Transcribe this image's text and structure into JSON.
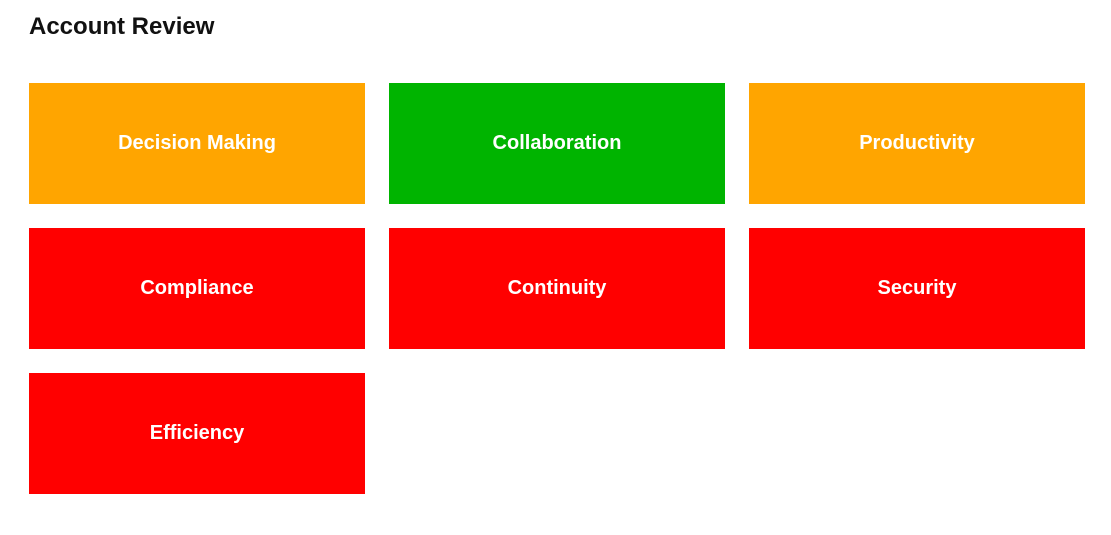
{
  "page": {
    "title": "Account Review"
  },
  "status_colors": {
    "amber": "#ffa500",
    "green": "#00b400",
    "red": "#ff0000"
  },
  "tiles": [
    {
      "label": "Decision Making",
      "status": "amber"
    },
    {
      "label": "Collaboration",
      "status": "green"
    },
    {
      "label": "Productivity",
      "status": "amber"
    },
    {
      "label": "Compliance",
      "status": "red"
    },
    {
      "label": "Continuity",
      "status": "red"
    },
    {
      "label": "Security",
      "status": "red"
    },
    {
      "label": "Efficiency",
      "status": "red"
    }
  ]
}
